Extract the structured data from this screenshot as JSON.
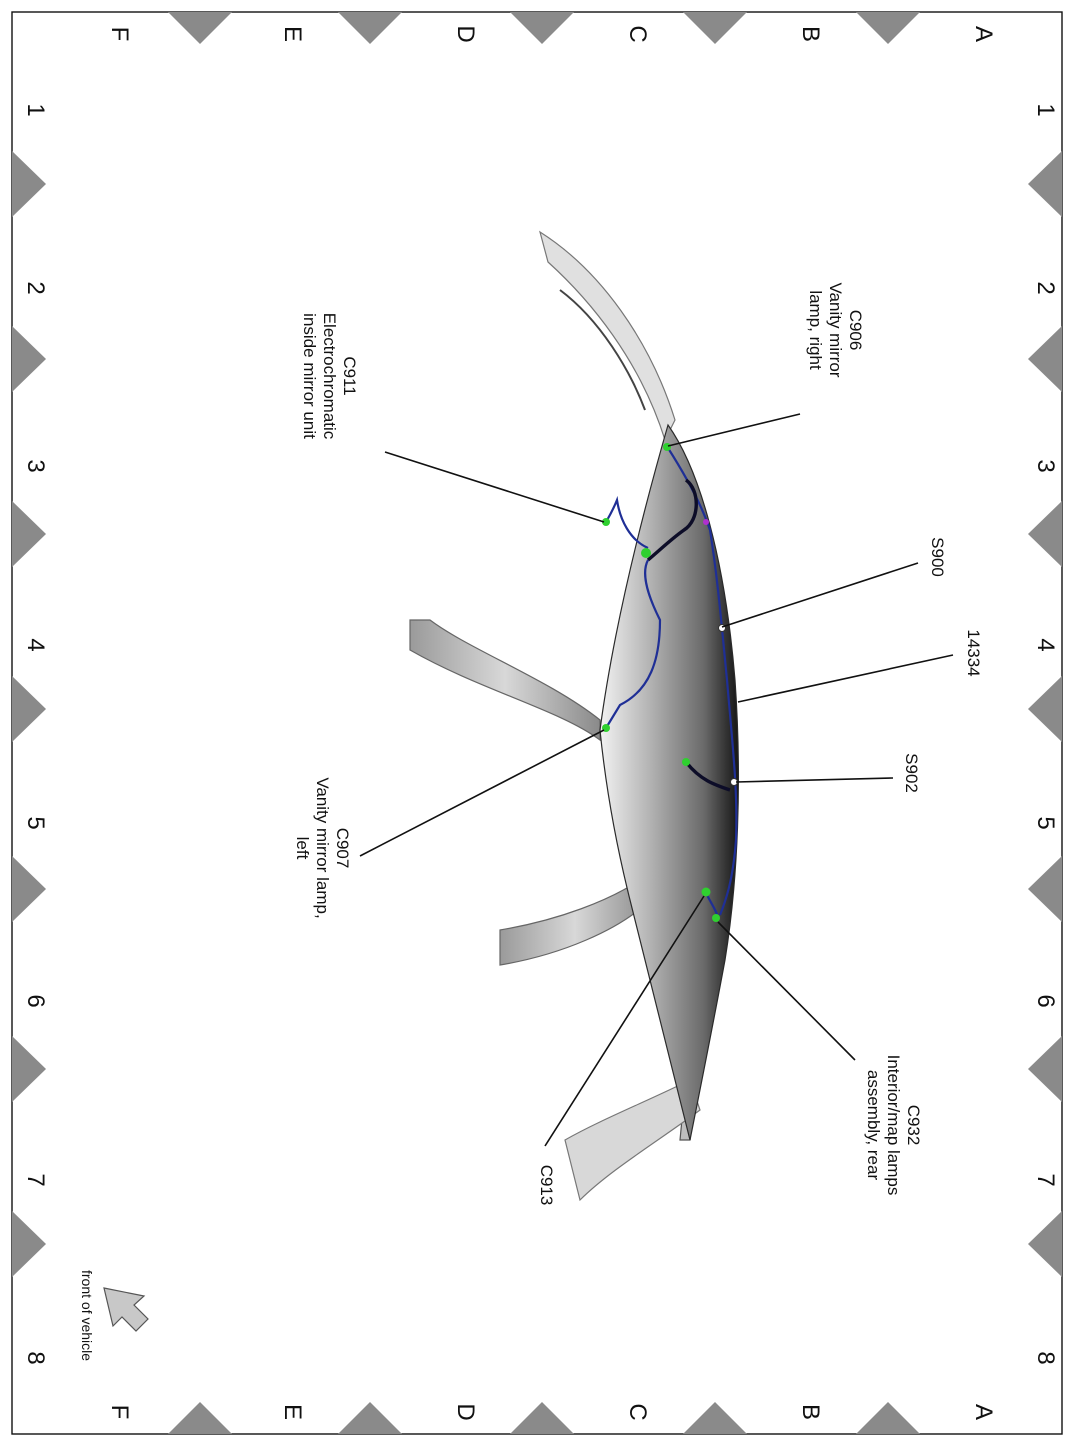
{
  "grid": {
    "numbers": [
      "1",
      "2",
      "3",
      "4",
      "5",
      "6",
      "7",
      "8"
    ],
    "letters": [
      "A",
      "B",
      "C",
      "D",
      "E",
      "F"
    ]
  },
  "callouts": {
    "c906": {
      "code": "C906",
      "line1": "Vanity mirror",
      "line2": "lamp, right"
    },
    "c911": {
      "code": "C911",
      "line1": "Electrochromatic",
      "line2": "inside mirror unit"
    },
    "s900": {
      "code": "S900"
    },
    "p14334": {
      "code": "14334"
    },
    "s902": {
      "code": "S902"
    },
    "c907": {
      "code": "C907",
      "line1": "Vanity mirror lamp,",
      "line2": "left"
    },
    "c932": {
      "code": "C932",
      "line1": "Interior/map lamps",
      "line2": "assembly, rear"
    },
    "c913": {
      "code": "C913"
    }
  },
  "front_label": "front of vehicle",
  "colors": {
    "connector": "#2fd02f",
    "wire": "#1f2f96",
    "marker": "#8a8a8a"
  }
}
